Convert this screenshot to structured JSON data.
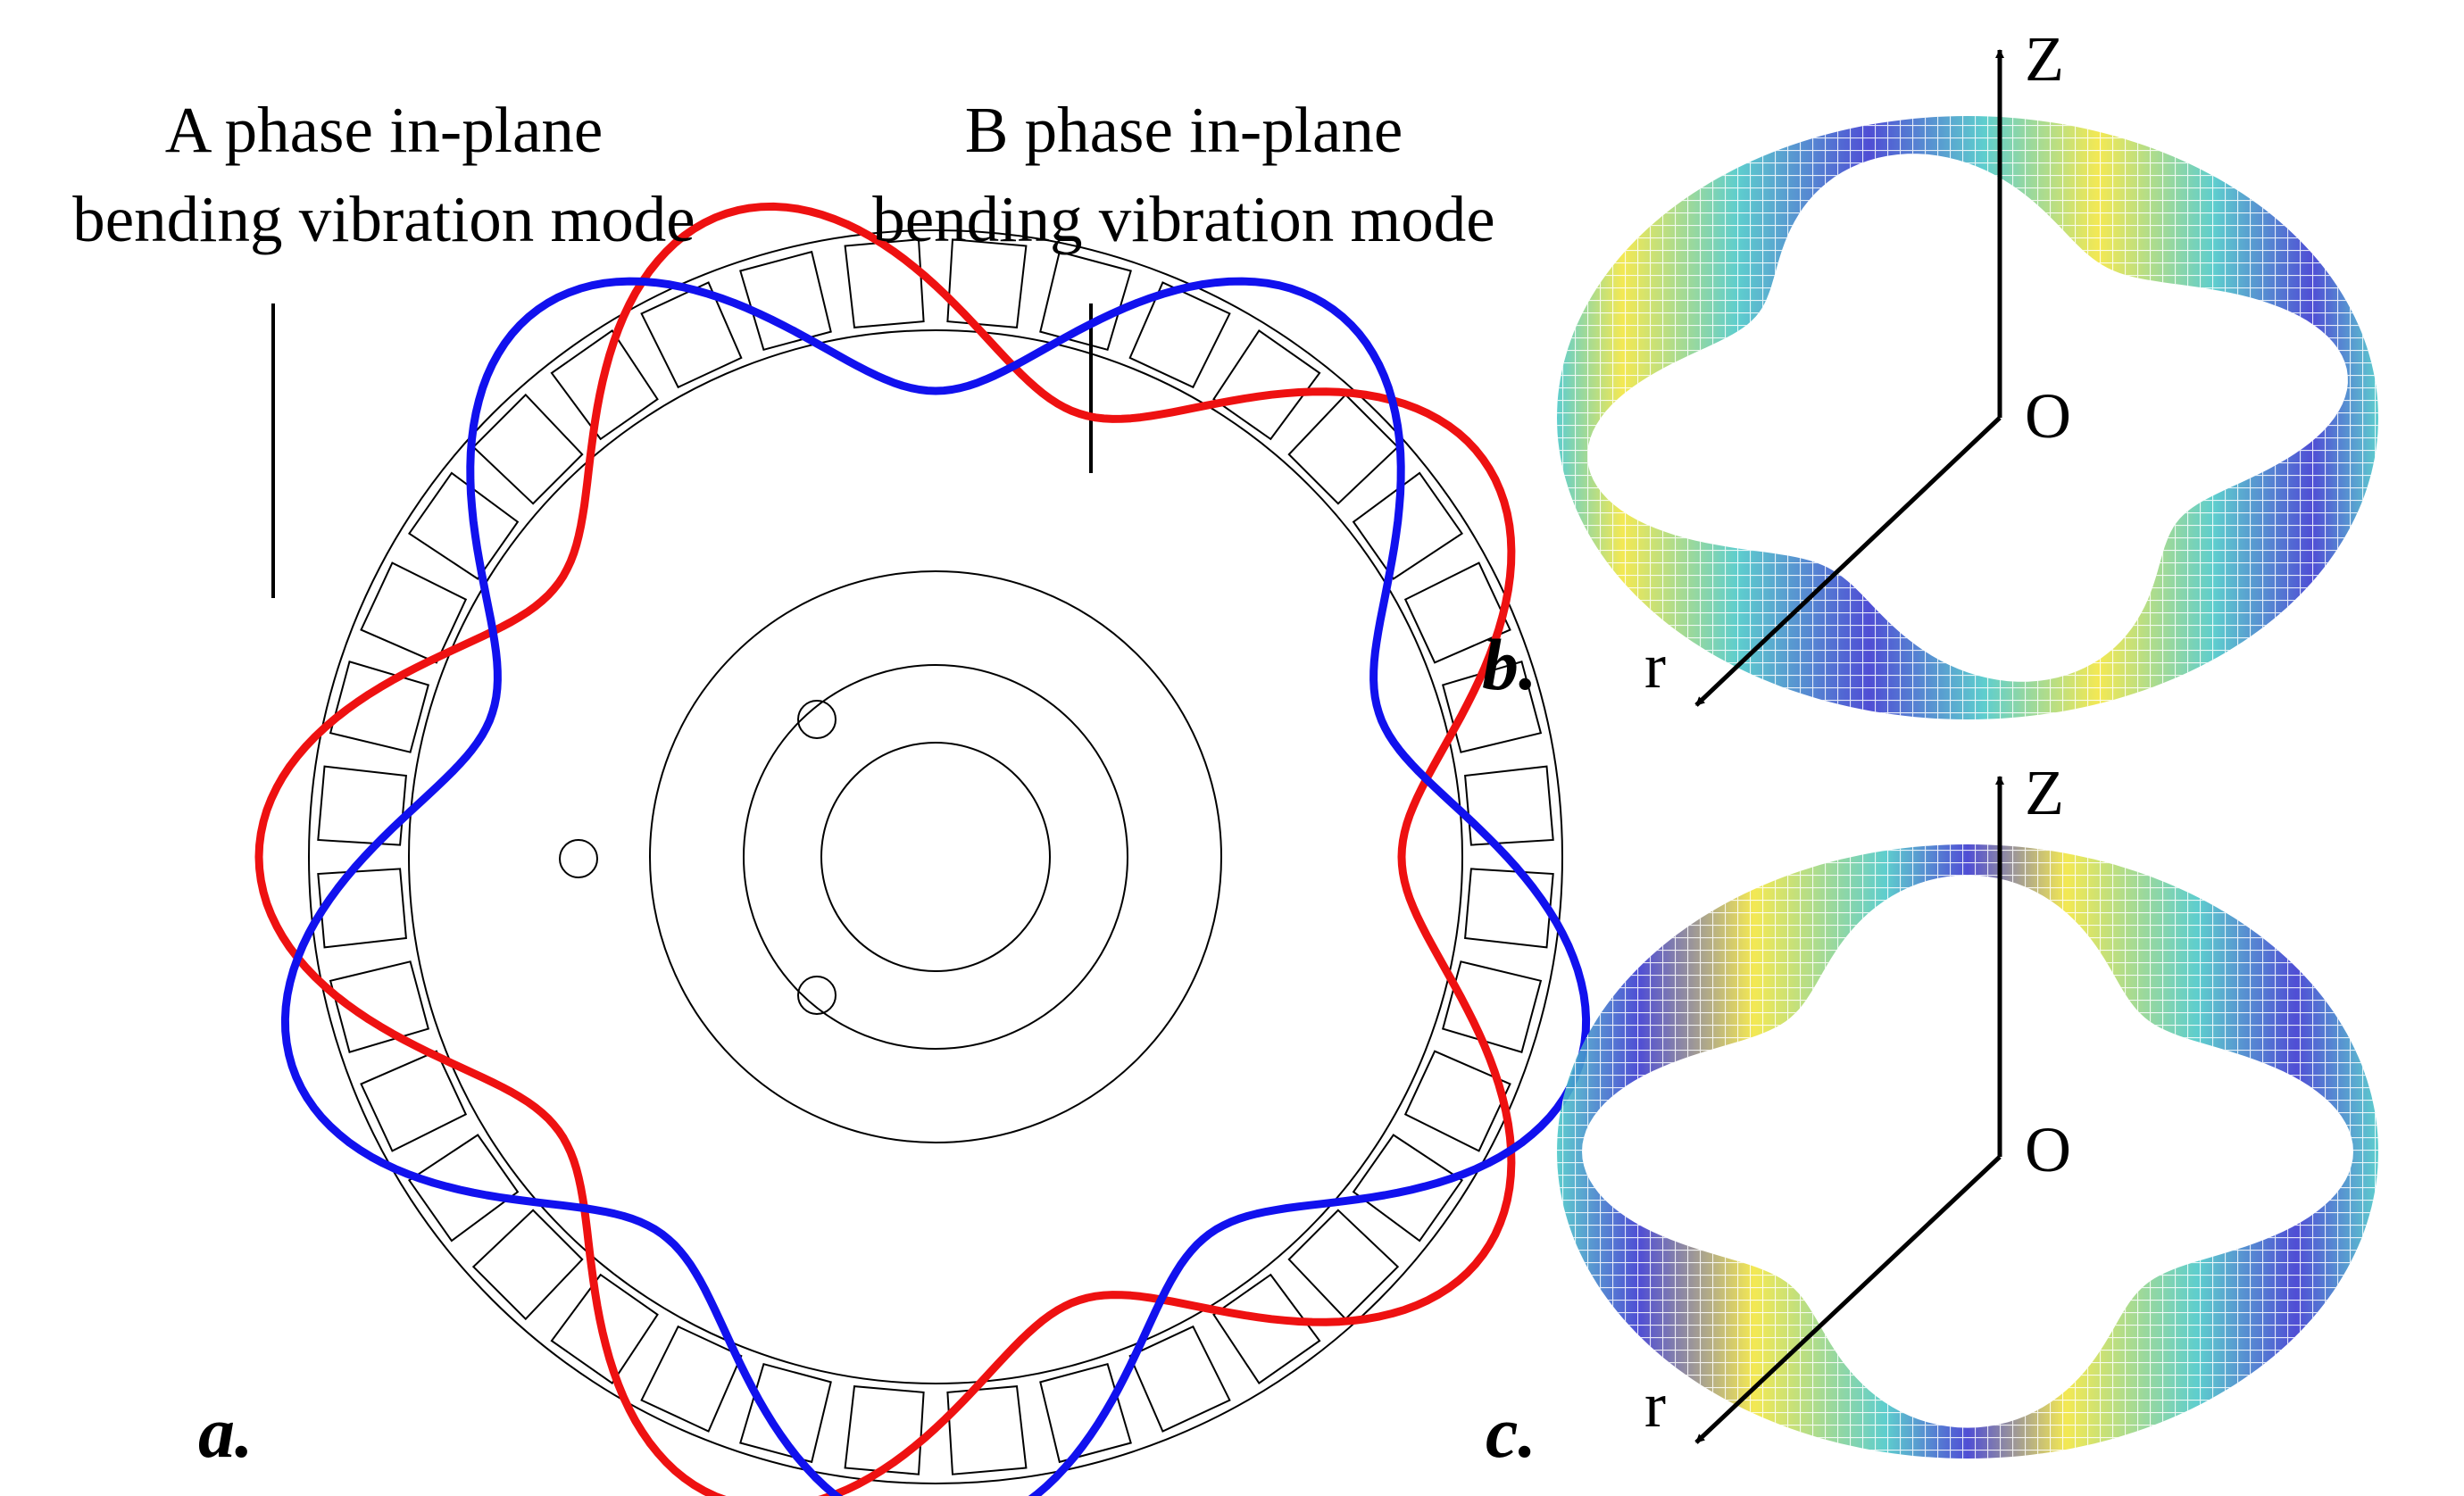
{
  "callouts": {
    "a_phase": {
      "line1": "A phase in-plane",
      "line2": "bending vibration mode"
    },
    "b_phase": {
      "line1": "B phase in-plane",
      "line2": "bending vibration mode"
    }
  },
  "axes": {
    "b": {
      "z": "Z",
      "o": "O",
      "r": "r"
    },
    "c": {
      "z": "Z",
      "o": "O",
      "r": "r"
    }
  },
  "panels": {
    "a": "a.",
    "b": "b.",
    "c": "c."
  },
  "colors": {
    "a_phase_curve": "#ee1111",
    "b_phase_curve": "#1111ee",
    "mesh_blue": "#3c3ad0",
    "mesh_cyan": "#4cc8c8",
    "mesh_yellow": "#f2e640"
  },
  "stator": {
    "teeth": 36
  }
}
